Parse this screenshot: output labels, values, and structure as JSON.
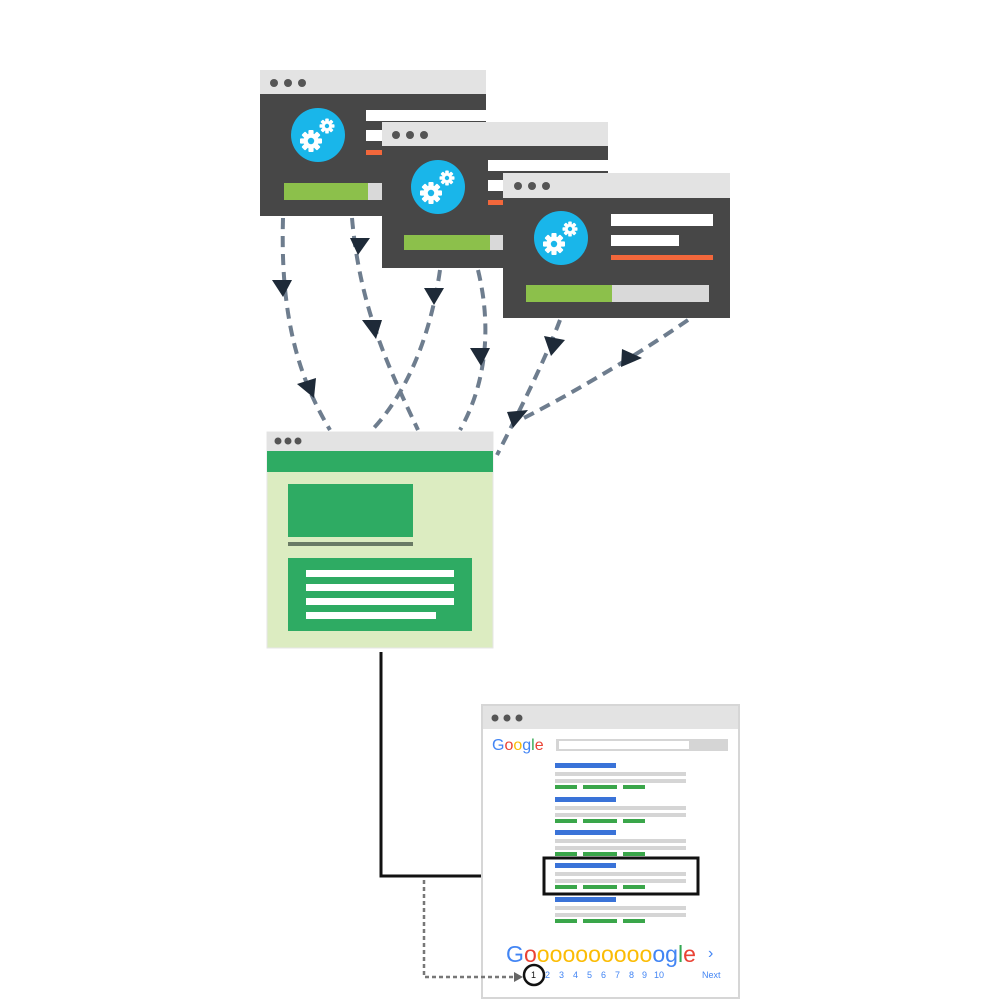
{
  "colors": {
    "dark_window": "#474747",
    "titlebar": "#e3e3e3",
    "dots": "#555555",
    "gear_circle": "#19b6ea",
    "white_bar": "#ffffff",
    "orange_bar": "#f2673b",
    "progress_fill": "#8cc04b",
    "progress_track": "#d9d9d9",
    "arrow_line": "#6e7d8e",
    "arrow_head": "#1e2a38",
    "landing_bg": "#dcecc1",
    "landing_green": "#2eab63",
    "landing_divider": "#6a7a65",
    "serp_border": "#d6d6d6",
    "serp_blue": "#3a73d8",
    "serp_gray": "#d5d5d5",
    "serp_green": "#3aa64a",
    "highlight_box": "#111111",
    "g_blue": "#4285f4",
    "g_red": "#ea4335",
    "g_yellow": "#fbbc05",
    "g_green": "#34a853"
  },
  "serp": {
    "logo": "Google",
    "pagination_logo": "Gooooooooooogle",
    "next_arrow": "›",
    "next_label": "Next",
    "pages": [
      "1",
      "2",
      "3",
      "4",
      "5",
      "6",
      "7",
      "8",
      "9",
      "10"
    ],
    "current_page": "1",
    "result_count": 5,
    "highlighted_result": 4
  },
  "icons": {
    "satellite_icon": "gears-icon",
    "window_controls": "window-dots-icon"
  }
}
